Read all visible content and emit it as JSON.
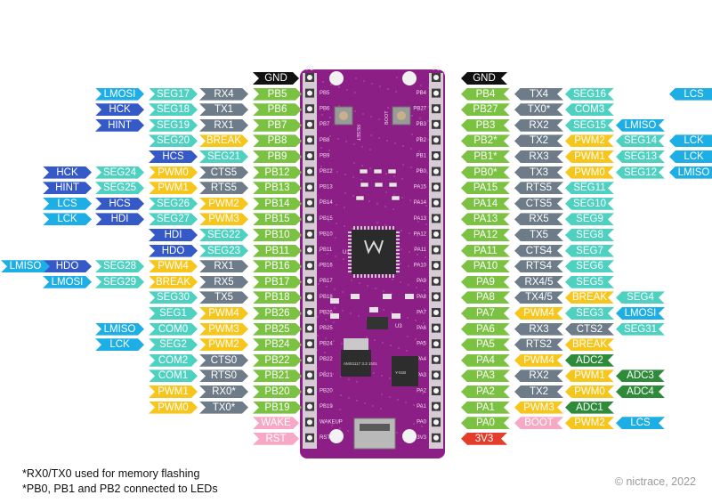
{
  "colors": {
    "green": "#7bc242",
    "gray": "#6e7b88",
    "yellow": "#f7c61d",
    "blue": "#3559c7",
    "teal": "#4fd1c2",
    "cyan": "#1eaee6",
    "darkgreen": "#2e8b3a",
    "pink": "#f7a8c4",
    "red": "#e43d2c",
    "black": "#111111",
    "board": "#8c1f86"
  },
  "board": {
    "header_left_label": "P2",
    "header_right_label": "P1",
    "left_silk": [
      "PB5",
      "PB6",
      "PB7",
      "PB8",
      "PB9",
      "PB12",
      "PB13",
      "PB14",
      "PB15",
      "PB10",
      "PB11",
      "PB16",
      "PB17",
      "PB18",
      "PB26",
      "PB25",
      "PB24",
      "PB22",
      "PB21",
      "PB20",
      "PB19",
      "WAKEUP",
      "RST"
    ],
    "right_silk": [
      "PB4",
      "PB27",
      "PB3",
      "PB2",
      "PB1",
      "PB0",
      "PA15",
      "PA14",
      "PA13",
      "PA12",
      "PA11",
      "PA10",
      "PA9",
      "PA8",
      "PA7",
      "PA6",
      "PA5",
      "PA4",
      "PA3",
      "PA2",
      "PA1",
      "PA0",
      "3V3"
    ],
    "reset_label": "RESET",
    "boot_label": "BOOT",
    "u1_label": "U1",
    "u3_label": "U3",
    "reg_text": "AMS1117 3.3 1501",
    "chip2_text": "Y-51B"
  },
  "left_rows": [
    [
      "GND:black"
    ],
    [
      "PB5:green",
      "RX4:gray",
      "SEG17:teal",
      "LMOSI:cyan"
    ],
    [
      "PB6:green",
      "TX1:gray",
      "SEG18:teal",
      "HCK:blue"
    ],
    [
      "PB7:green",
      "RX1:gray",
      "SEG19:teal",
      "HINT:blue"
    ],
    [
      "PB8:green",
      "BREAK:yellow",
      "SEG20:teal"
    ],
    [
      "PB9:green",
      "SEG21:teal",
      "HCS:blue"
    ],
    [
      "PB12:green",
      "CTS5:gray",
      "PWM0:yellow",
      "SEG24:teal",
      "HCK:blue"
    ],
    [
      "PB13:green",
      "RTS5:gray",
      "PWM1:yellow",
      "SEG25:teal",
      "HINT:blue"
    ],
    [
      "PB14:green",
      "PWM2:yellow",
      "SEG26:teal",
      "HCS:blue",
      "LCS:cyan"
    ],
    [
      "PB15:green",
      "PWM3:yellow",
      "SEG27:teal",
      "HDI:blue",
      "LCK:cyan"
    ],
    [
      "PB10:green",
      "SEG22:teal",
      "HDI:blue"
    ],
    [
      "PB11:green",
      "SEG23:teal",
      "HDO:blue"
    ],
    [
      "PB16:green",
      "RX1:gray",
      "PWM4:yellow",
      "SEG28:teal",
      "HDO:blue",
      "LMISO:cyan"
    ],
    [
      "PB17:green",
      "RX5:gray",
      "BREAK:yellow",
      "SEG29:teal",
      "LMOSI:cyan"
    ],
    [
      "PB18:green",
      "TX5:gray",
      "SEG30:teal"
    ],
    [
      "PB26:green",
      "PWM4:yellow",
      "SEG1:teal"
    ],
    [
      "PB25:green",
      "PWM3:yellow",
      "COM0:teal",
      "LMISO:cyan"
    ],
    [
      "PB24:green",
      "PWM2:yellow",
      "SEG2:teal",
      "LCK:cyan"
    ],
    [
      "PB22:green",
      "CTS0:gray",
      "COM2:teal"
    ],
    [
      "PB21:green",
      "RTS0:gray",
      "COM1:teal"
    ],
    [
      "PB20:green",
      "RX0*:gray",
      "PWM1:yellow"
    ],
    [
      "PB19:green",
      "TX0*:gray",
      "PWM0:yellow"
    ],
    [
      "WAKE:pink"
    ],
    [
      "RST:pink"
    ]
  ],
  "right_rows": [
    [
      "GND:black"
    ],
    [
      "PB4:green",
      "TX4:gray",
      "SEG16:teal",
      "LCS:cyan"
    ],
    [
      "PB27:green",
      "TX0*:gray",
      "COM3:teal"
    ],
    [
      "PB3:green",
      "RX2:gray",
      "SEG15:teal",
      "LMISO:cyan"
    ],
    [
      "PB2*:green",
      "TX2:gray",
      "PWM2:yellow",
      "SEG14:teal",
      "LCK:cyan"
    ],
    [
      "PB1*:green",
      "RX3:gray",
      "PWM1:yellow",
      "SEG13:teal",
      "LCK:cyan"
    ],
    [
      "PB0*:green",
      "TX3:gray",
      "PWM0:yellow",
      "SEG12:teal",
      "LMISO:cyan"
    ],
    [
      "PA15:green",
      "RTS5:gray",
      "SEG11:teal"
    ],
    [
      "PA14:green",
      "CTS5:gray",
      "SEG10:teal"
    ],
    [
      "PA13:green",
      "RX5:gray",
      "SEG9:teal"
    ],
    [
      "PA12:green",
      "TX5:gray",
      "SEG8:teal"
    ],
    [
      "PA11:green",
      "CTS4:gray",
      "SEG7:teal"
    ],
    [
      "PA10:green",
      "RTS4:gray",
      "SEG6:teal"
    ],
    [
      "PA9:green",
      "RX4/5:gray",
      "SEG5:teal"
    ],
    [
      "PA8:green",
      "TX4/5:gray",
      "BREAK:yellow",
      "SEG4:teal"
    ],
    [
      "PA7:green",
      "PWM4:yellow",
      "SEG3:teal",
      "LMOSI:cyan"
    ],
    [
      "PA6:green",
      "RX3:gray",
      "CTS2:gray",
      "SEG31:teal"
    ],
    [
      "PA5:green",
      "RTS2:gray",
      "BREAK:yellow"
    ],
    [
      "PA4:green",
      "PWM4:yellow",
      "ADC2:darkgreen"
    ],
    [
      "PA3:green",
      "RX2:gray",
      "PWM1:yellow",
      "ADC3:darkgreen"
    ],
    [
      "PA2:green",
      "TX2:gray",
      "PWM0:yellow",
      "ADC4:darkgreen"
    ],
    [
      "PA1:green",
      "PWM3:yellow",
      "ADC1:darkgreen"
    ],
    [
      "PA0:green",
      "BOOT:pink",
      "PWM2:yellow",
      "LCS:cyan"
    ],
    [
      "3V3:red"
    ]
  ],
  "notes": {
    "line1": "*RX0/TX0 used for memory flashing",
    "line2": "*PB0, PB1 and PB2 connected to LEDs",
    "credit": "© nictrace, 2022"
  }
}
